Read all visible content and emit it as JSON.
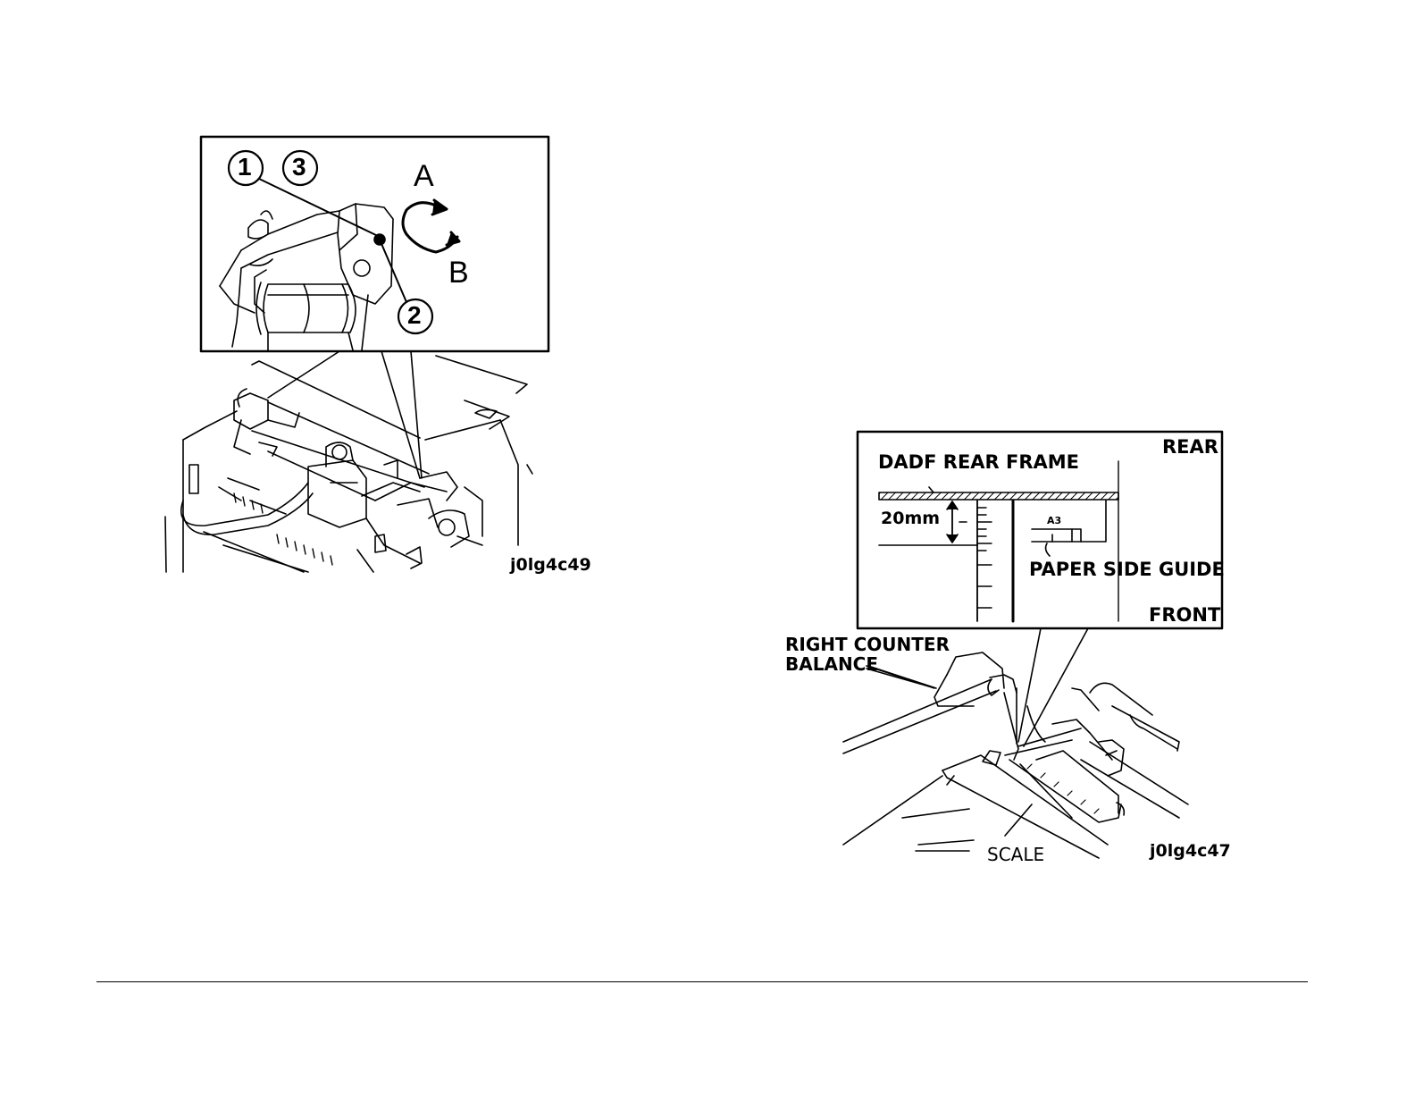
{
  "left_figure": {
    "callouts": [
      "1",
      "3",
      "2"
    ],
    "direction_a": "A",
    "direction_b": "B",
    "figure_id": "j0lg4c49",
    "icons": [
      "rotate-arrows-icon"
    ]
  },
  "right_figure": {
    "inset": {
      "rear_label": "REAR",
      "front_label": "FRONT",
      "frame_label": "DADF REAR FRAME",
      "dimension_label": "20mm",
      "paper_size_mark": "A3",
      "guide_label": "PAPER SIDE GUIDE"
    },
    "counter_balance_label_line1": "RIGHT COUNTER",
    "counter_balance_label_line2": "BALANCE",
    "scale_label": "SCALE",
    "figure_id": "j0lg4c47"
  },
  "colors": {
    "ink": "#000000",
    "paper": "#ffffff"
  }
}
